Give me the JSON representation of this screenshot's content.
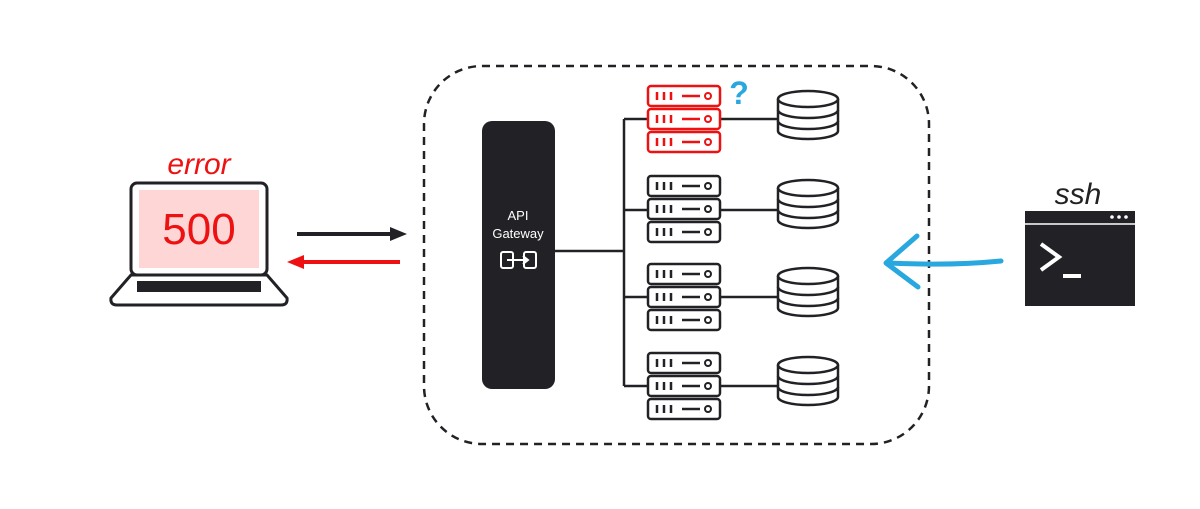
{
  "client": {
    "status_text": "error",
    "code": "500"
  },
  "gateway": {
    "line1": "API",
    "line2": "Gateway"
  },
  "terminal": {
    "label": "ssh"
  },
  "question_mark": "?",
  "colors": {
    "error": "#ee1111",
    "dark": "#222226",
    "accent": "#29a8df",
    "screen_fill": "#ffd6d6"
  },
  "services": [
    {
      "state": "error"
    },
    {
      "state": "ok"
    },
    {
      "state": "ok"
    },
    {
      "state": "ok"
    }
  ]
}
